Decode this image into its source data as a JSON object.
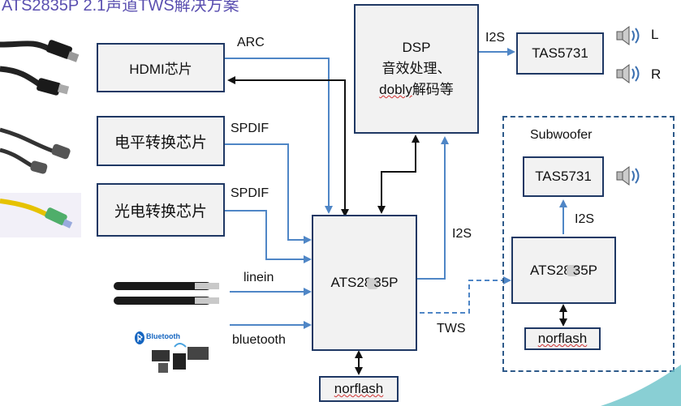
{
  "title": "ATS2835P 2.1声道TWS解决方案",
  "blocks": {
    "hdmi": "HDMI芯片",
    "level_shift": "电平转换芯片",
    "optical": "光电转换芯片",
    "dsp_title": "DSP",
    "dsp_line2": "音效处理、",
    "dsp_line3_a": "dobly",
    "dsp_line3_b": "解码等",
    "tas_main": "TAS5731",
    "ats_main_a": "ATS28",
    "ats_main_b": "35P",
    "norflash_main": "norflash",
    "subwoofer_title": "Subwoofer",
    "tas_sub": "TAS5731",
    "ats_sub_a": "ATS28",
    "ats_sub_b": "35P",
    "norflash_sub": "norflash"
  },
  "labels": {
    "arc": "ARC",
    "spdif1": "SPDIF",
    "spdif2": "SPDIF",
    "linein": "linein",
    "bluetooth": "bluetooth",
    "i2s_dsp": "I2S",
    "i2s_main": "I2S",
    "i2s_sub": "I2S",
    "tws": "TWS",
    "speaker_l": "L",
    "speaker_r": "R",
    "bt_logo": "Bluetooth"
  },
  "colors": {
    "box_border": "#1f3864",
    "box_fill": "#f2f2f2",
    "arrow_blue": "#4f86c6",
    "arrow_black": "#111111",
    "dashed_frame": "#2e5a8a"
  }
}
